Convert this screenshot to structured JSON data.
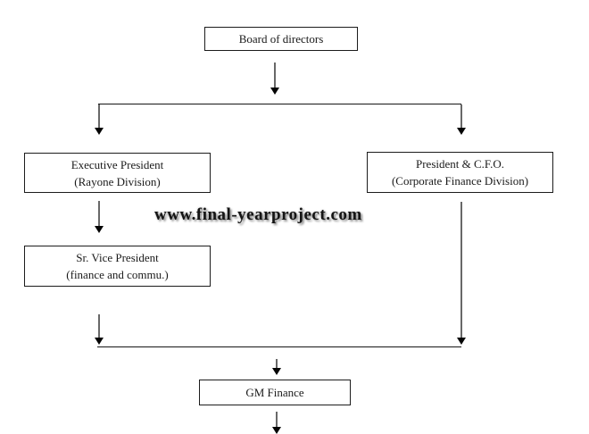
{
  "diagram": {
    "type": "org-chart",
    "watermark": "www.final-yearproject.com",
    "nodes": {
      "board": {
        "line1": "Board of directors"
      },
      "exec": {
        "line1": "Executive President",
        "line2": "(Rayone Division)"
      },
      "cfo": {
        "line1": "President & C.F.O.",
        "line2": "(Corporate Finance Division)"
      },
      "srvp": {
        "line1": "Sr. Vice President",
        "line2": "(finance and commu.)"
      },
      "gm": {
        "line1": "GM Finance"
      }
    },
    "edges": [
      {
        "from": "board",
        "to": "exec"
      },
      {
        "from": "board",
        "to": "cfo"
      },
      {
        "from": "exec",
        "to": "srvp"
      },
      {
        "from": "srvp",
        "to": "gm"
      },
      {
        "from": "cfo",
        "to": "gm"
      },
      {
        "from": "gm",
        "to": ""
      }
    ],
    "colors": {
      "background": "#ffffff",
      "box_border": "#1c1c1c",
      "text": "#1a1a1a",
      "connector_line": "#161616",
      "arrow_shaft": "#686868",
      "arrow_head": "#040404",
      "watermark_text": "#141414"
    }
  }
}
